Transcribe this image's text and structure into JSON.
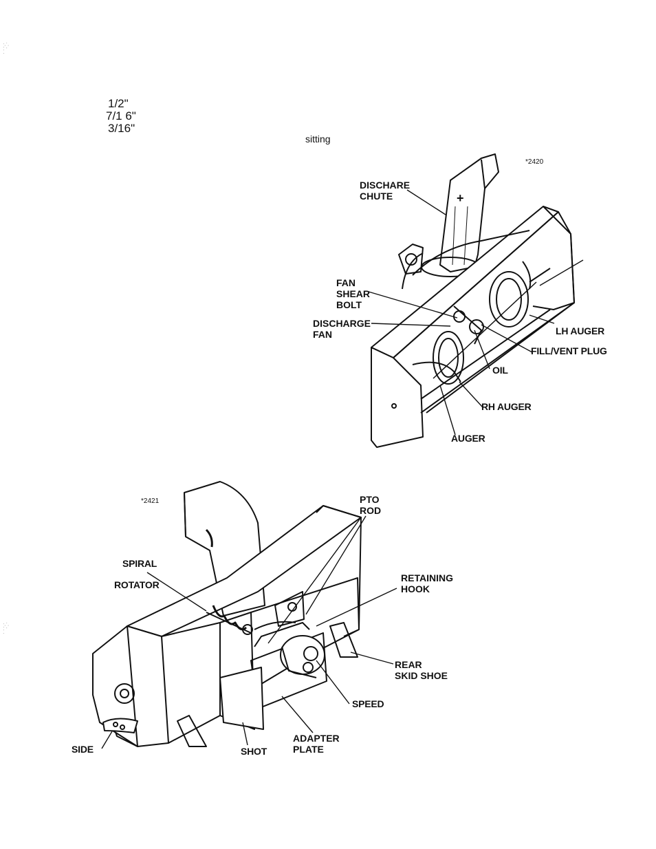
{
  "fractions": [
    "1/2\"",
    "7/1 6\"",
    "3/16\""
  ],
  "sitting": "sitting",
  "figure1": {
    "number": "*2420",
    "labels": {
      "discharge_chute": "DISCHARE\nCHUTE",
      "fan_shear_bolt": "FAN\nSHEAR\nBOLT",
      "discharge_fan": "DISCHARGE\nFAN",
      "lh_auger": "LH AUGER",
      "fill_vent_plug": "FILL/VENT PLUG",
      "oil": "OIL",
      "rh_auger": "RH AUGER",
      "auger": "AUGER"
    }
  },
  "figure2": {
    "number": "*2421",
    "labels": {
      "pto_rod": "PTO\nROD",
      "spiral": "SPIRAL",
      "rotator": "ROTATOR",
      "retaining_hook": "RETAINING\nHOOK",
      "rear_skid_shoe": "REAR\nSKID SHOE",
      "speed": "SPEED",
      "adapter_plate": "ADAPTER\nPLATE",
      "side": "SIDE",
      "shot": "SHOT"
    }
  }
}
